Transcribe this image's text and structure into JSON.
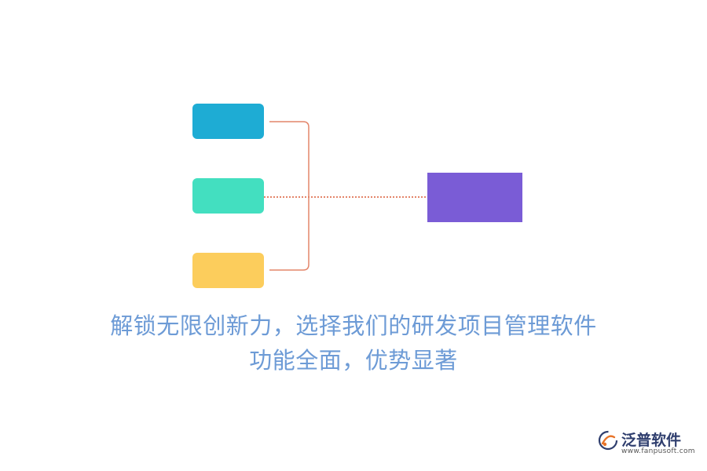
{
  "diagram": {
    "colors": {
      "node_blue": "#1eacd4",
      "node_teal": "#43dfc0",
      "node_yellow": "#fccd5c",
      "node_purple": "#7a5cd6",
      "connector": "#e3856a",
      "caption": "#6d9bd6"
    }
  },
  "caption": {
    "line1": "解锁无限创新力，选择我们的研发项目管理软件",
    "line2": "功能全面，优势显著"
  },
  "brand": {
    "name": "泛普软件",
    "url": "www.fanpusoft.com",
    "logo_icon": "fanpu-logo-icon"
  }
}
